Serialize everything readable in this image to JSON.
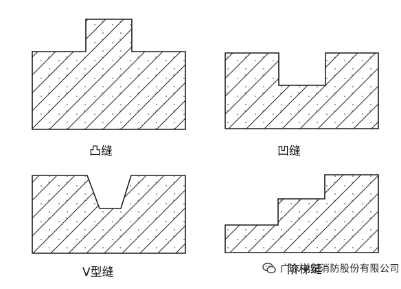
{
  "labels": {
    "tu": "凸缝",
    "ao": "凹缝",
    "v": "V型缝",
    "jie": "阶梯缝"
  },
  "watermark": {
    "text": "广东中安消防股份有限公司"
  },
  "colors": {
    "outline": "#1a1a1a",
    "hatch": "#222222",
    "dots": "#555555",
    "background": "#ffffff"
  }
}
